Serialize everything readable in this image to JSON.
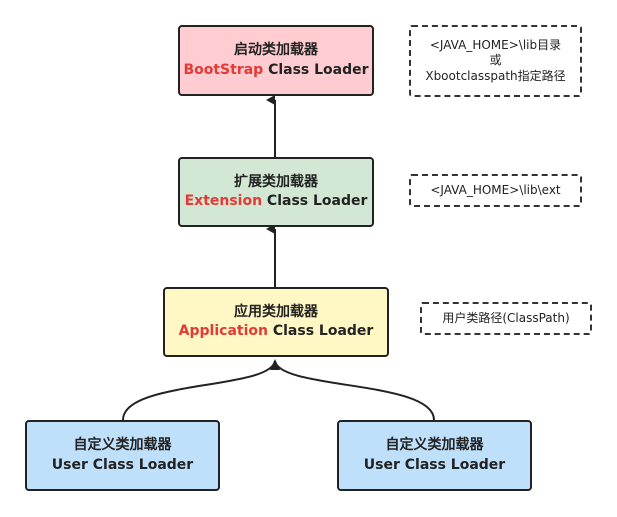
{
  "nodes": {
    "bootstrap": {
      "title": "启动类加载器",
      "accent_word": "BootStrap",
      "rest": " Class Loader",
      "fill": "#ffccd1",
      "accent_color": "#e53935"
    },
    "extension": {
      "title": "扩展类加载器",
      "accent_word": "Extension",
      "rest": " Class Loader",
      "fill": "#d2e8d4",
      "accent_color": "#e53935"
    },
    "application": {
      "title": "应用类加载器",
      "accent_word": "Application",
      "rest": " Class Loader",
      "fill": "#fff8c4",
      "accent_color": "#e53935"
    },
    "user_left": {
      "title": "自定义类加载器",
      "subtitle": "User Class Loader",
      "fill": "#bfe0fb"
    },
    "user_right": {
      "title": "自定义类加载器",
      "subtitle": "User Class Loader",
      "fill": "#bfe0fb"
    }
  },
  "notes": {
    "bootstrap_path": {
      "line1": "<JAVA_HOME>\\lib目录",
      "line2": "或",
      "line3": "Xbootclasspath指定路径"
    },
    "extension_path": {
      "line1": "<JAVA_HOME>\\lib\\ext"
    },
    "application_path": {
      "line1": "用户类路径(ClassPath)"
    }
  }
}
